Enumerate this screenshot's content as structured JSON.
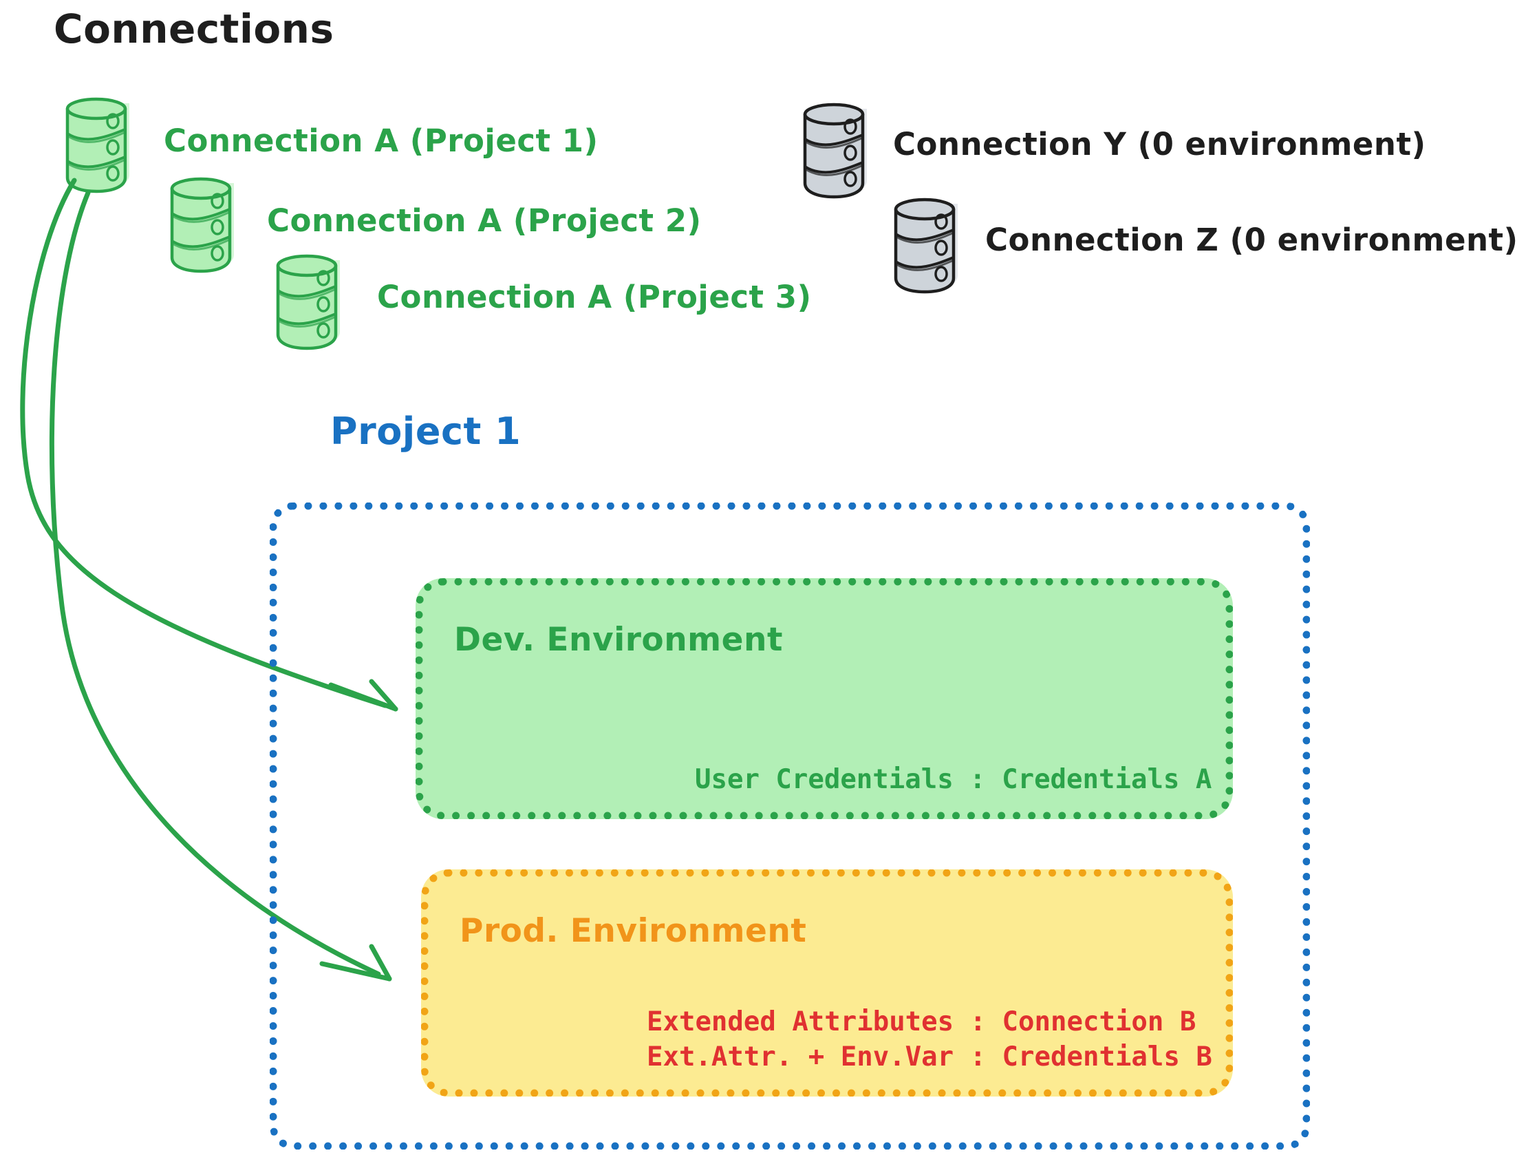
{
  "title": "Connections",
  "colors": {
    "green_stroke": "#2ba34a",
    "green_fill": "#b2efb6",
    "gray_fill": "#ced4da",
    "black_stroke": "#1e1e1e",
    "blue": "#1971c2",
    "orange": "#f1a416",
    "yellow_fill": "#fceb92",
    "red": "#e03131"
  },
  "connections": {
    "green": [
      {
        "label": "Connection A (Project 1)",
        "icon": "database-icon"
      },
      {
        "label": "Connection A (Project 2)",
        "icon": "database-icon"
      },
      {
        "label": "Connection A (Project 3)",
        "icon": "database-icon"
      }
    ],
    "gray": [
      {
        "label": "Connection Y (0 environment)",
        "icon": "database-icon"
      },
      {
        "label": "Connection Z (0 environment)",
        "icon": "database-icon"
      }
    ]
  },
  "project": {
    "title": "Project 1",
    "environments": [
      {
        "name": "Dev. Environment",
        "lines": [
          "User Credentials : Credentials A"
        ]
      },
      {
        "name": "Prod. Environment",
        "lines": [
          "Extended Attributes : Connection B",
          "Ext.Attr. + Env.Var : Credentials B"
        ]
      }
    ]
  },
  "arrows": [
    {
      "name": "arrow-connection-a-to-dev",
      "from": "Connection A (Project 1)",
      "to": "Dev. Environment"
    },
    {
      "name": "arrow-connection-a-to-prod",
      "from": "Connection A (Project 1)",
      "to": "Prod. Environment"
    }
  ]
}
